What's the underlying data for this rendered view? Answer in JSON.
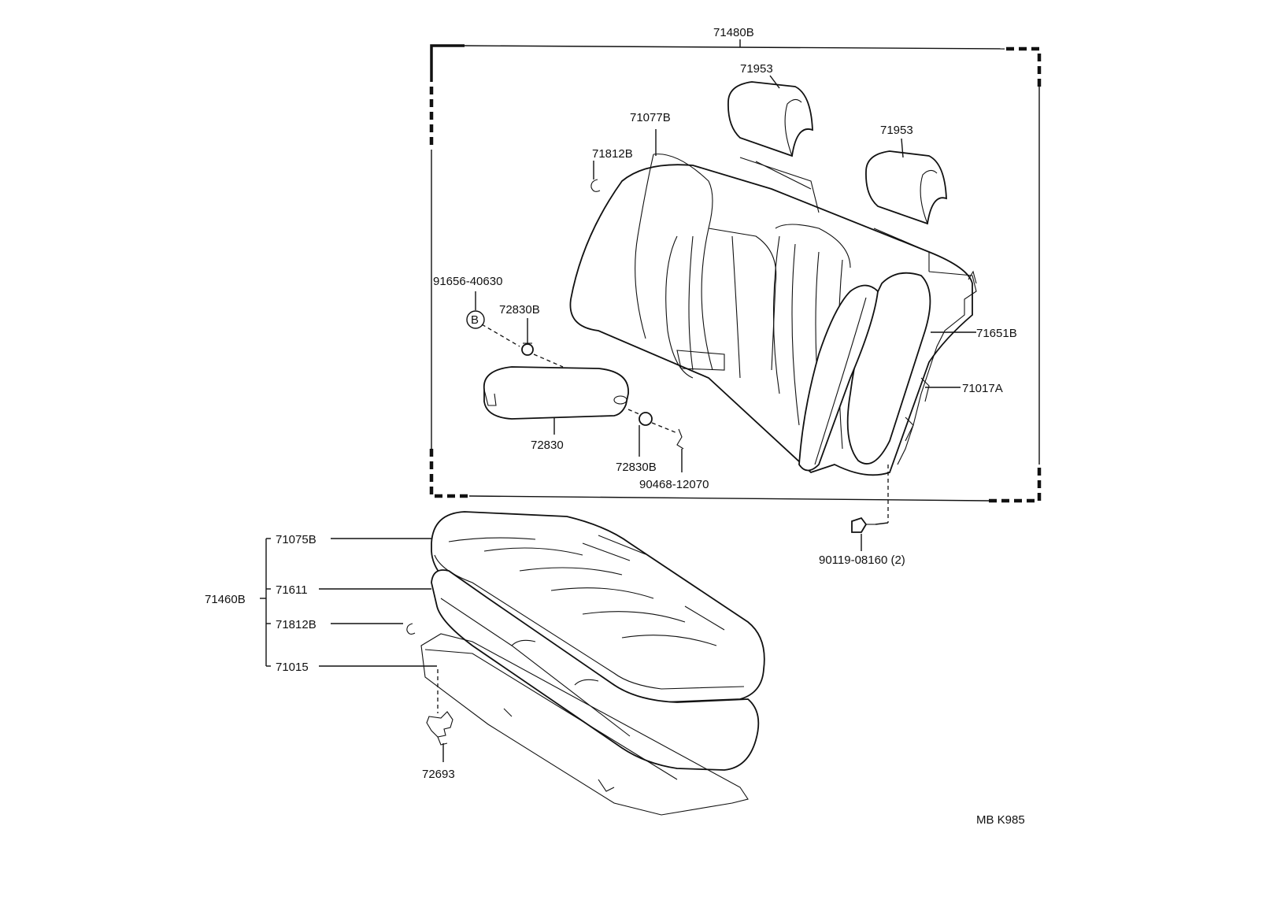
{
  "labels": {
    "assy_back": "71480B",
    "headrest_1": "71953",
    "headrest_2": "71953",
    "cover_back": "71077B",
    "hogring_back": "71812B",
    "screw_b": "91656-40630",
    "bushing_1": "72830B",
    "pad_back": "71651B",
    "frame_back": "71017A",
    "armrest": "72830",
    "bushing_2": "72830B",
    "clip": "90468-12070",
    "bolt": "90119-08160 (2)",
    "cover_cushion": "71075B",
    "assy_cushion": "71460B",
    "pad_cushion": "71611",
    "hogring_cushion": "71812B",
    "frame_cushion": "71015",
    "hook": "72693",
    "diagram_code": "MB K985",
    "circle_b": "B"
  }
}
